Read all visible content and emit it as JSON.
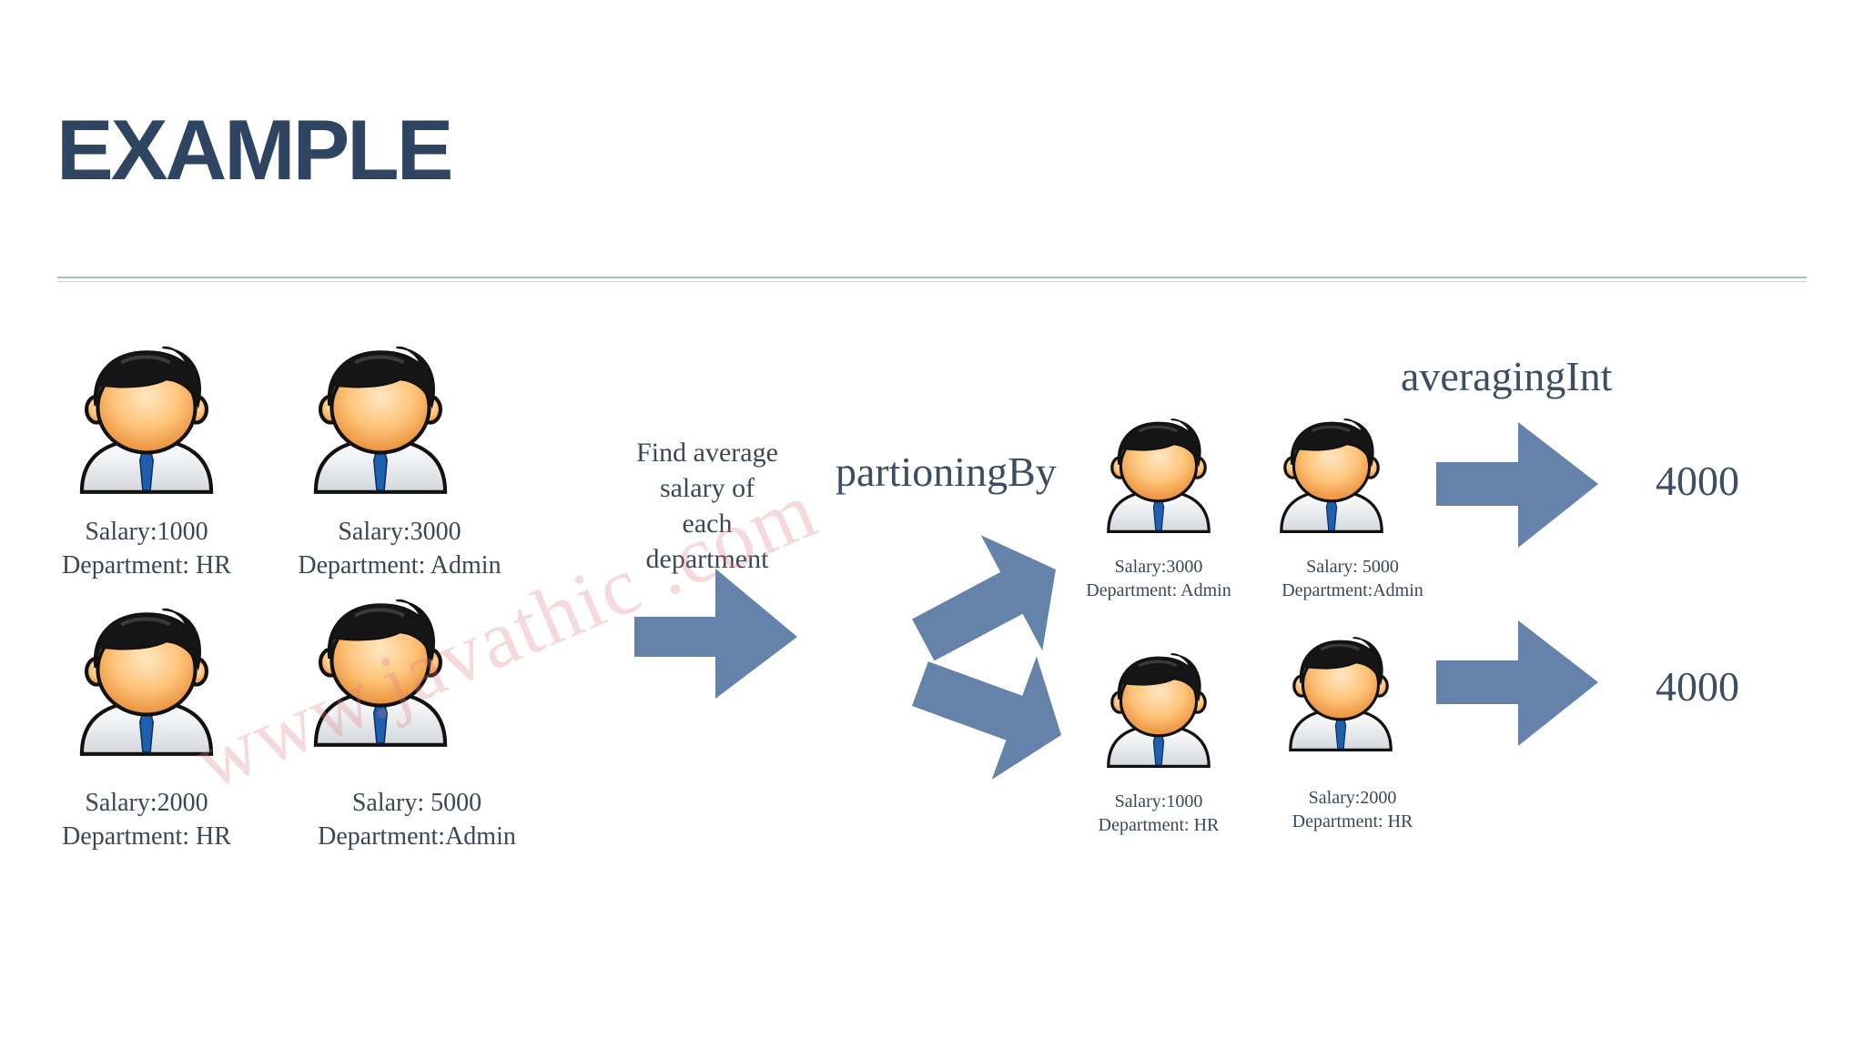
{
  "slide": {
    "title": "EXAMPLE",
    "find_label": [
      "Find average",
      "salary of",
      "each",
      "department"
    ],
    "partition_label": "partioningBy",
    "averaging_label": "averagingInt",
    "results": [
      "4000",
      "4000"
    ],
    "watermark": "www.javathic .com"
  },
  "employees_input": [
    {
      "salary": "Salary:1000",
      "department": "Department: HR"
    },
    {
      "salary": "Salary:3000",
      "department": "Department: Admin"
    },
    {
      "salary": "Salary:2000",
      "department": "Department: HR"
    },
    {
      "salary": "Salary: 5000",
      "department": "Department:Admin"
    }
  ],
  "group_admin": [
    {
      "salary": "Salary:3000",
      "department": "Department: Admin"
    },
    {
      "salary": "Salary: 5000",
      "department": "Department:Admin"
    }
  ],
  "group_hr": [
    {
      "salary": "Salary:1000",
      "department": "Department: HR"
    },
    {
      "salary": "Salary:2000",
      "department": "Department: HR"
    }
  ],
  "colors": {
    "title": "#2e4460",
    "arrow": "#6582ab",
    "text": "#3b4756",
    "rule": "#a9bcd0",
    "tie": "#1f5fae",
    "hair": "#111111",
    "skin": "#ffc47a"
  },
  "icons": [
    "person-icon",
    "arrow-right-icon"
  ]
}
